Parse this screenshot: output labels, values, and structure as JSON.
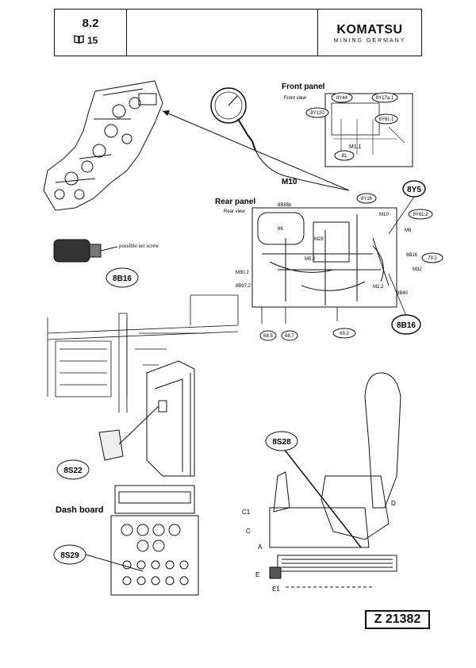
{
  "header": {
    "section": "8.2",
    "page_ref": "15",
    "brand": "KOMATSU",
    "brand_sub": "MINING GERMANY"
  },
  "front_panel": {
    "title": "Front panel",
    "subtitle": "Front view",
    "labels": [
      "8Y44",
      "8Y17a.1",
      "8Y120",
      "8Y61.1",
      "M1.1",
      "81"
    ]
  },
  "rear_panel": {
    "title": "Rear panel",
    "subtitle": "Rear view",
    "labels": [
      "8B85b",
      "8Y16",
      "8Y5",
      "M10",
      "8Y61.2",
      "M9",
      "86",
      "M28",
      "M5.2",
      "8B16",
      "79.2",
      "M30.2",
      "M32",
      "8B97.2",
      "M2.2",
      "8B40",
      "8B16",
      "68.5",
      "68.7",
      "69.2"
    ]
  },
  "m10_label": "M10",
  "sensor_note": "possible set screw",
  "sensor_callout": "8B16",
  "switch_callout": "8S22",
  "dashboard": {
    "title": "Dash board",
    "callout": "8S29"
  },
  "seat": {
    "callout": "8S28",
    "labels": [
      "C1",
      "C",
      "A",
      "E",
      "E1",
      "D"
    ]
  },
  "figure_ref": "Z 21382"
}
